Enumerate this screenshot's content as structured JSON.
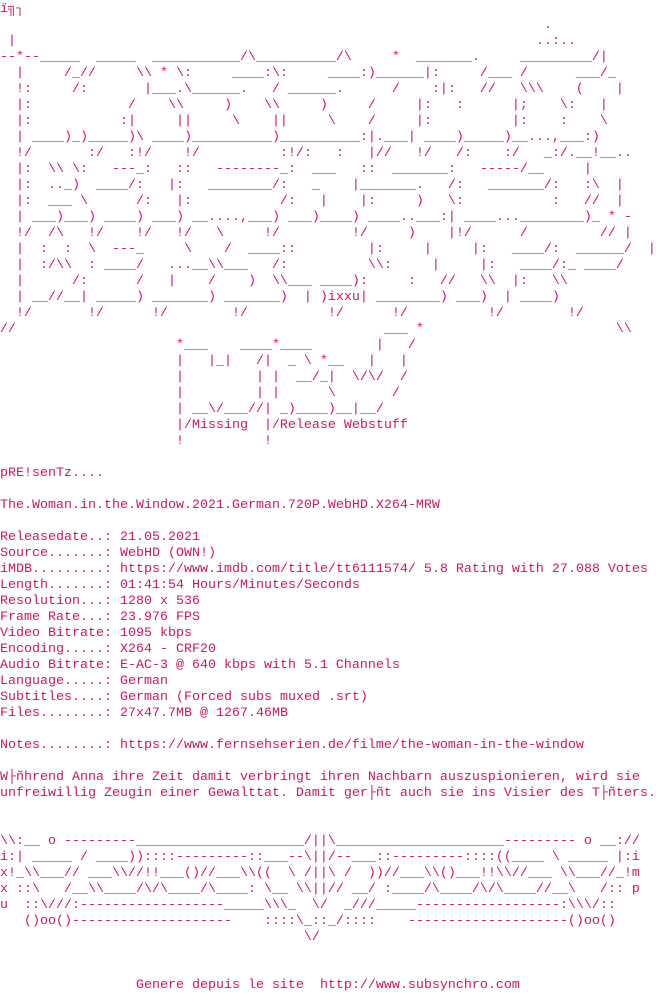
{
  "header_glyph": "ï╗┐",
  "art_logo": [
    "                                                                    .",
    " |                                                                 ..:..",
    "--*--_____  _____  ___________/\\__________/\\     *  _______.     _________/|",
    "  |     /_//     \\\\ * \\:     ____:\\:     ____:)______|:     /___ /      ___/_",
    "  !:     /:       |___.\\______.   / ______.      /    :|:   //   \\\\\\    (    |",
    "  |:            /    \\\\     )    \\\\     )     /     |:   :      |;    \\:   |",
    "  |:           :|     ||     \\    ||     \\    /     |:          |:    :    \\",
    "  | ____)_)_____)\\ ____)__________)__________:|.___| ____)_____)__...,___:)",
    "  !/       :/   :!/    !/          :!/:   :   |//   !/   /:    :/   _:/.__!__..",
    "  |:  \\\\ \\:   ---_:   ::   --------_:  ___   ::  _______:   -----/__     |",
    "  |:  .._)  ____/:   |:   ________/:   _    |_______.   /:   _______/:   :\\  |",
    "  |:  ___ \\      /:   |:           /:   |    |:     )   \\:           :   //  |",
    "  | ___)___) ____) ___) __....,___) ___)____) ____..___:| ____...________)_ * -",
    "  !/  /\\   !/    !/   !/   \\     !/         !/     )    |!/      /         // |",
    "  |  :  :  \\  ---_     \\    /  ____::         |:     |     |:   ____/:  ______/  |",
    "  |  :/\\\\  : ____/   ...__\\\\___   /:          \\\\:     |     |:   ____/:_ ____/",
    "  |      /:      /   |    /    )  \\\\___ ____):     :   //   \\\\  |:   \\\\",
    "  | __//__| _____) _______) _______)  | )ixxu| ________) ___)  | ____)",
    "  !/       !/      !/        !/          !/      !/          !/        !/",
    "//                                              ___ *                        \\\\"
  ],
  "art_subtitle": [
    "                      *___    ____*____        |   /",
    "                      |   |_|   /|  _ \\ *__   |   |",
    "                      |         | |  __/_|  \\/\\/  /",
    "                      |         | |      \\       /",
    "                      | __\\/___//| _)____)__|__/",
    "                      |/Missing  |/Release Webstuff",
    "                      !          !"
  ],
  "presents": "pRE!senTz....",
  "release_name": "The.Woman.in.the.Window.2021.German.720P.WebHD.X264-MRW",
  "info": [
    {
      "label": "Releasedate..:",
      "value": "21.05.2021"
    },
    {
      "label": "Source.......:",
      "value": "WebHD (OWN!)"
    },
    {
      "label": "iMDB.........:",
      "value": "https://www.imdb.com/title/tt6111574/ 5.8 Rating with 27.088 Votes"
    },
    {
      "label": "Length.......:",
      "value": "01:41:54 Hours/Minutes/Seconds"
    },
    {
      "label": "Resolution...:",
      "value": "1280 x 536"
    },
    {
      "label": "Frame Rate...:",
      "value": "23.976 FPS"
    },
    {
      "label": "Video Bitrate:",
      "value": "1095 kbps"
    },
    {
      "label": "Encoding.....:",
      "value": "X264 - CRF20"
    },
    {
      "label": "Audio Bitrate:",
      "value": "E-AC-3 @ 640 kbps with 5.1 Channels"
    },
    {
      "label": "Language.....:",
      "value": "German"
    },
    {
      "label": "Subtitles....:",
      "value": "German (Forced subs muxed .srt)"
    },
    {
      "label": "Files........:",
      "value": "27x47.7MB @ 1267.46MB"
    }
  ],
  "notes": {
    "label": "Notes........:",
    "value": "https://www.fernsehserien.de/filme/the-woman-in-the-window"
  },
  "description": [
    "W├ñhrend Anna ihre Zeit damit verbringt ihren Nachbarn auszuspionieren, wird sie",
    "unfreiwillig Zeugin einer Gewalttat. Damit ger├ñt auch sie ins Visier des T├ñters."
  ],
  "art_footer": [
    "\\\\:__ o ---------_____________________/||\\_____________________--------- o __://",
    "i:| _____ / ____))::::---------::___--\\||/--___::---------::::((____ \\ _____ |:i",
    "x!_\\\\___// ___\\\\//!!___()//___\\\\((  \\ /||\\ /  ))//___\\\\()___!!\\\\//___ \\\\___//_!m",
    "x ::\\   /__\\\\____/\\/\\____/\\____: \\__ \\\\||// __/ :____/\\____/\\/\\____//__\\   /:: p",
    "u  ::\\///:------------------_____\\\\\\_  \\/  _///_____------------------:\\\\\\/::",
    "   ()oo()--------------------    ::::\\_::_/::::    --------------------()oo()",
    "                                      \\/"
  ],
  "footer": {
    "prefix": "                 Genere depuis le site  ",
    "url": "http://www.subsynchro.com"
  }
}
